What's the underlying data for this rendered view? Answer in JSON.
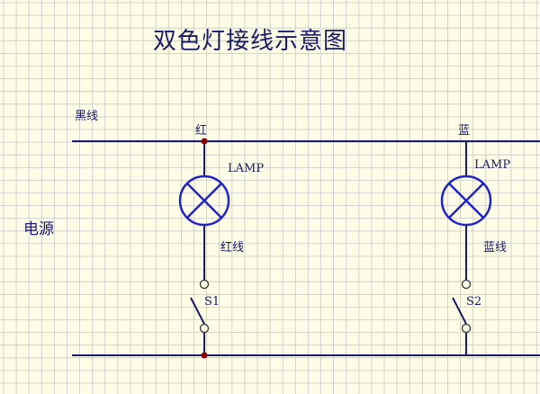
{
  "title": "双色灯接线示意图",
  "labels": {
    "black_wire": "黑线",
    "power_source": "电源",
    "red_node": "红",
    "blue_node": "蓝",
    "lamp1": "LAMP",
    "lamp2": "LAMP",
    "red_wire": "红线",
    "blue_wire": "蓝线",
    "switch1": "S1",
    "switch2": "S2"
  },
  "colors": {
    "background": "#FDFDE8",
    "grid": "#C9C9C9",
    "wire": "#1A1A66",
    "lamp": "#2222CC",
    "junction": "#8B0000",
    "text": "#1A1A66"
  }
}
